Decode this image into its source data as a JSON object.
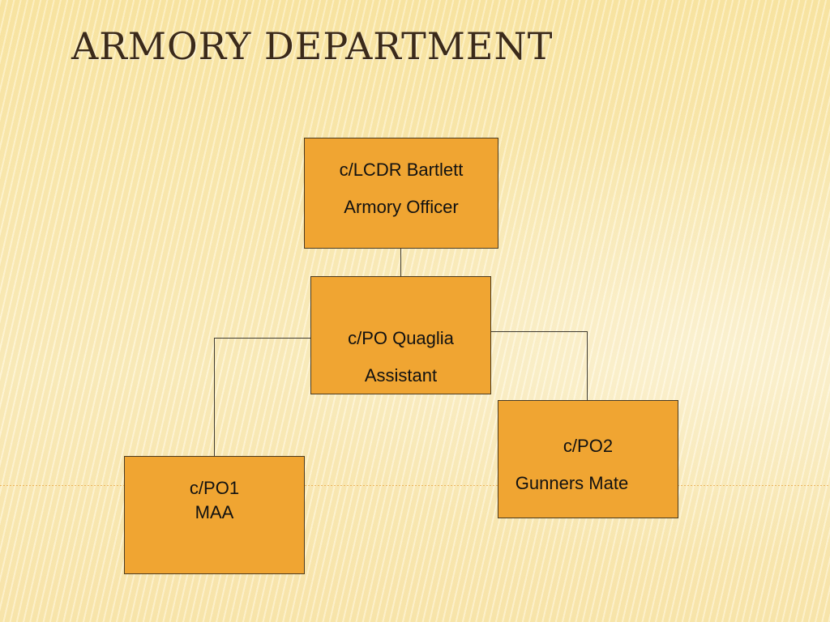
{
  "title": "ARMORY DEPARTMENT",
  "colors": {
    "box_fill": "#f0a532",
    "box_border": "#4a3a20",
    "title": "#3b2a1a"
  },
  "nodes": {
    "officer": {
      "name": "c/LCDR Bartlett",
      "role": "Armory Officer"
    },
    "assistant": {
      "name": "c/PO Quaglia",
      "role": "Assistant"
    },
    "gunners_mate": {
      "name": "c/PO2",
      "role": "Gunners Mate"
    },
    "maa": {
      "name": "c/PO1",
      "role": "MAA"
    }
  },
  "edges": [
    {
      "from": "officer",
      "to": "assistant"
    },
    {
      "from": "assistant",
      "to": "maa"
    },
    {
      "from": "assistant",
      "to": "gunners_mate"
    }
  ]
}
